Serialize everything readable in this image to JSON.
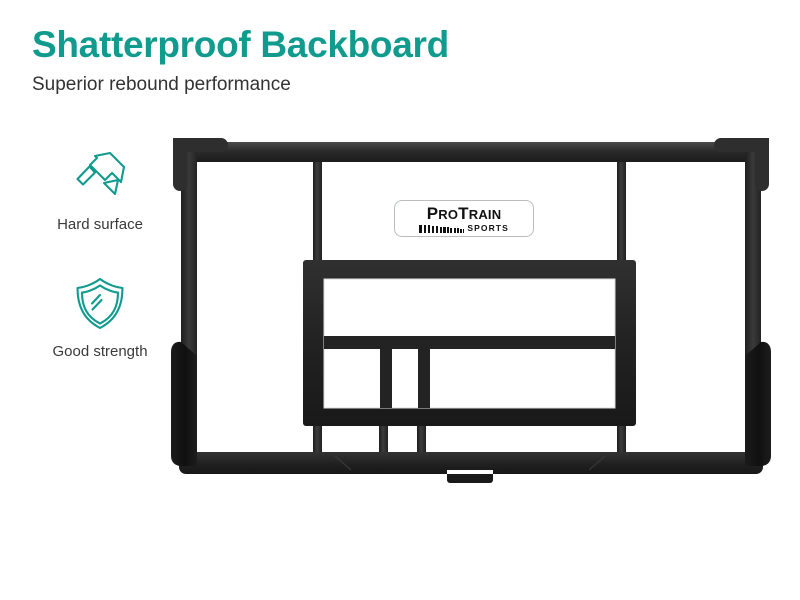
{
  "header": {
    "title": "Shatterproof Backboard",
    "subtitle": "Superior rebound performance",
    "title_color": "#119b8e",
    "subtitle_color": "#333333"
  },
  "features": [
    {
      "icon": "hammer-icon",
      "label": "Hard surface",
      "color": "#119b8e"
    },
    {
      "icon": "shield-icon",
      "label": "Good strength",
      "color": "#119b8e"
    }
  ],
  "product": {
    "name": "basketball-backboard",
    "type": "shatterproof clear acrylic backboard",
    "frame_color": "#262626",
    "glass_color": "#ffffff",
    "bumper_color": "#1a1a1a",
    "logo": {
      "wordmark": "ProTrain",
      "wordmark_part_1": "P",
      "wordmark_part_2": "RO",
      "wordmark_part_3": "T",
      "wordmark_part_4": "RAIN",
      "tagline": "SPORTS",
      "bar_count": 13
    },
    "parts": [
      "top-frame-rail",
      "left-frame-rail",
      "right-frame-rail",
      "bottom-frame-rail",
      "top-left-corner-bracket",
      "top-right-corner-bracket",
      "bottom-left-bumper",
      "bottom-right-bumper",
      "upper-left-support-bar",
      "upper-right-support-bar",
      "rim-mount-bracket",
      "lower-support-bars",
      "bottom-center-tab"
    ]
  },
  "background_color": "#ffffff"
}
